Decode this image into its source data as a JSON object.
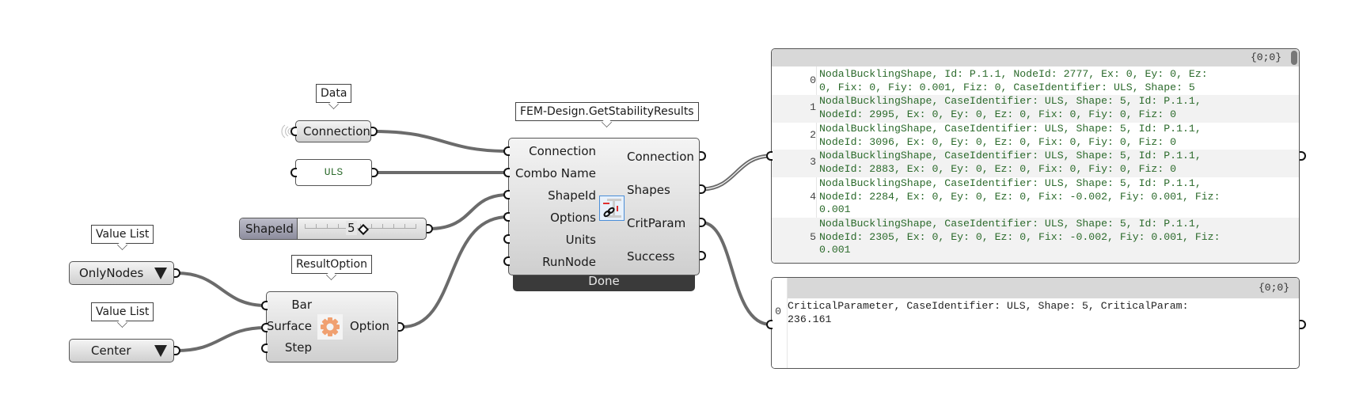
{
  "canvas": {
    "wire_color": "#6b6b6b",
    "accent_green_text": "#2b6a2b"
  },
  "tags": {
    "data": "Data",
    "getstability": "FEM-Design.GetStabilityResults",
    "valuelist1": "Value List",
    "valuelist2": "Value List",
    "resultoption": "ResultOption"
  },
  "connection_param": {
    "label": "Connection"
  },
  "panel_uls": {
    "value": "ULS"
  },
  "slider": {
    "name": "ShapeId",
    "value": "5",
    "fraction": 0.44
  },
  "valuelist_onlynodes": {
    "selected": "OnlyNodes"
  },
  "valuelist_center": {
    "selected": "Center"
  },
  "result_option": {
    "inputs": [
      "Bar",
      "Surface",
      "Step"
    ],
    "output": "Option",
    "icon": "gear-icon"
  },
  "get_stability": {
    "inputs": [
      "Connection",
      "Combo Name",
      "ShapeId",
      "Options",
      "Units",
      "RunNode"
    ],
    "outputs": [
      "Connection",
      "Shapes",
      "CritParam",
      "Success"
    ],
    "status": "Done",
    "icon": "stability-results-icon"
  },
  "shapes_panel": {
    "path": "{0;0}",
    "rows": [
      {
        "index": "0",
        "text": "NodalBucklingShape, Id: P.1.1, NodeId: 2777, Ex: 0, Ey: 0, Ez:\n0, Fix: 0, Fiy: 0.001, Fiz: 0, CaseIdentifier: ULS, Shape: 5"
      },
      {
        "index": "1",
        "text": "NodalBucklingShape, CaseIdentifier: ULS, Shape: 5, Id: P.1.1,\nNodeId: 2995, Ex: 0, Ey: 0, Ez: 0, Fix: 0, Fiy: 0, Fiz: 0"
      },
      {
        "index": "2",
        "text": "NodalBucklingShape, CaseIdentifier: ULS, Shape: 5, Id: P.1.1,\nNodeId: 3096, Ex: 0, Ey: 0, Ez: 0, Fix: 0, Fiy: 0, Fiz: 0"
      },
      {
        "index": "3",
        "text": "NodalBucklingShape, CaseIdentifier: ULS, Shape: 5, Id: P.1.1,\nNodeId: 2883, Ex: 0, Ey: 0, Ez: 0, Fix: 0, Fiy: 0, Fiz: 0"
      },
      {
        "index": "4",
        "text": "NodalBucklingShape, CaseIdentifier: ULS, Shape: 5, Id: P.1.1,\nNodeId: 2284, Ex: 0, Ey: 0, Ez: 0, Fix: -0.002, Fiy: 0.001, Fiz:\n0.001"
      },
      {
        "index": "5",
        "text": "NodalBucklingShape, CaseIdentifier: ULS, Shape: 5, Id: P.1.1,\nNodeId: 2305, Ex: 0, Ey: 0, Ez: 0, Fix: -0.002, Fiy: 0.001, Fiz:\n0.001"
      }
    ]
  },
  "critparam_panel": {
    "path": "{0;0}",
    "rows": [
      {
        "index": "0",
        "text": "CriticalParameter, CaseIdentifier: ULS, Shape: 5, CriticalParam:\n236.161"
      }
    ]
  }
}
